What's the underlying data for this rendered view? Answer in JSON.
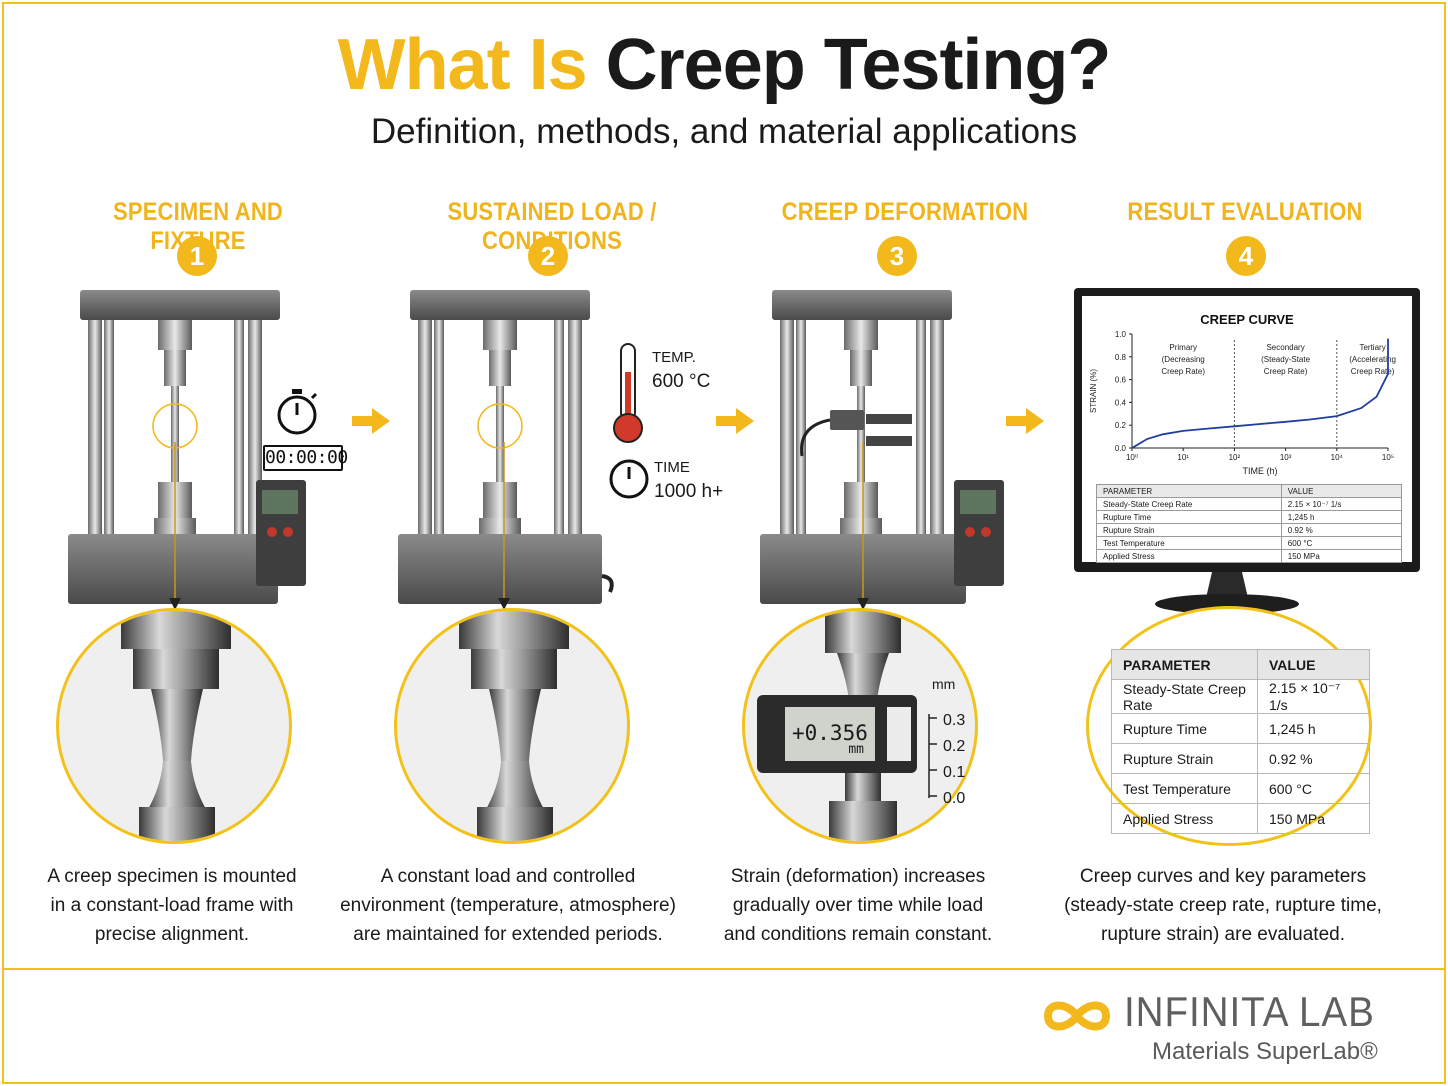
{
  "header": {
    "title_part1": "What Is",
    "title_part2": "Creep Testing?",
    "subtitle": "Definition, methods, and material applications"
  },
  "steps": [
    {
      "number": "1",
      "title": "SPECIMEN AND FIXTURE",
      "description_lines": [
        "A creep specimen is mounted",
        "in a constant-load frame with",
        "precise alignment."
      ]
    },
    {
      "number": "2",
      "title": "SUSTAINED LOAD / CONDITIONS",
      "description_lines": [
        "A constant load and controlled",
        "environment (temperature, atmosphere)",
        "are maintained for extended periods."
      ]
    },
    {
      "number": "3",
      "title": "CREEP DEFORMATION",
      "description_lines": [
        "Strain (deformation) increases",
        "gradually over time while load",
        "and conditions remain constant."
      ]
    },
    {
      "number": "4",
      "title": "RESULT EVALUATION",
      "description_lines": [
        "Creep curves and key parameters",
        "(steady-state creep rate, rupture time,",
        "rupture strain) are evaluated."
      ]
    }
  ],
  "step1_extras": {
    "timer_display": "00:00:00"
  },
  "step2_extras": {
    "temp_label": "TEMP.",
    "temp_value": "600 °C",
    "time_label": "TIME",
    "time_value": "1000 h+"
  },
  "step3_extras": {
    "gauge_value": "+0.356",
    "gauge_unit": "mm",
    "scale_unit": "mm",
    "scale_ticks": [
      "0.3",
      "0.2",
      "0.1",
      "0.0"
    ]
  },
  "step4_extras": {
    "chart_title": "CREEP CURVE",
    "region_labels": [
      [
        "Primary",
        "(Decreasing",
        "Creep Rate)"
      ],
      [
        "Secondary",
        "(Steady-State",
        "Creep Rate)"
      ],
      [
        "Tertiary",
        "(Accelerating",
        "Creep Rate)"
      ]
    ],
    "table_header": [
      "PARAMETER",
      "VALUE"
    ],
    "table_rows": [
      [
        "Steady-State Creep Rate",
        "2.15 × 10⁻⁷ 1/s"
      ],
      [
        "Rupture Time",
        "1,245 h"
      ],
      [
        "Rupture Strain",
        "0.92 %"
      ],
      [
        "Test Temperature",
        "600 °C"
      ],
      [
        "Applied Stress",
        "150 MPa"
      ]
    ]
  },
  "chart_data": {
    "type": "line",
    "title": "CREEP CURVE",
    "xlabel": "TIME (h)",
    "ylabel": "STRAIN (%)",
    "x_scale": "log",
    "xlim": [
      1,
      100000
    ],
    "ylim": [
      0.0,
      1.0
    ],
    "x_ticks": [
      "10⁰",
      "10¹",
      "10²",
      "10³",
      "10⁴",
      "10⁵"
    ],
    "y_ticks": [
      "0.0",
      "0.2",
      "0.4",
      "0.6",
      "0.8",
      "1.0"
    ],
    "stage_boundaries": [
      100,
      10000
    ],
    "series": [
      {
        "x": [
          1,
          2,
          4,
          10,
          30,
          100,
          300,
          1000,
          3000,
          10000,
          30000,
          60000,
          100000,
          140000
        ],
        "y": [
          0.0,
          0.08,
          0.12,
          0.15,
          0.17,
          0.19,
          0.21,
          0.23,
          0.25,
          0.28,
          0.35,
          0.45,
          0.65,
          0.96
        ]
      }
    ],
    "grid": false,
    "line_color": "#1f3e9e"
  },
  "brand": {
    "logo_text": "INFINITA LAB",
    "tagline": "Materials SuperLab®",
    "accent_color": "#f2b81c"
  }
}
